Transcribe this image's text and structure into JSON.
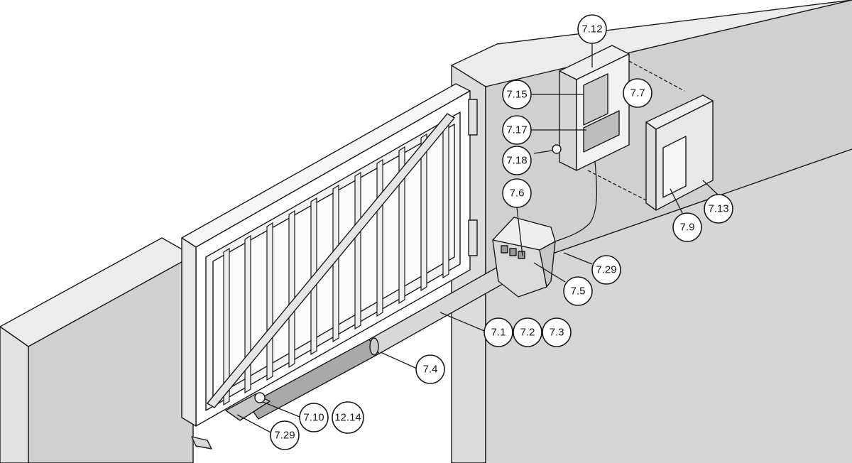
{
  "colors": {
    "wall_top": "#ebebeb",
    "wall_front": "#cfcfcf",
    "gate": "#f4f4f4",
    "metal": "#bdbdbd",
    "line": "#1a1a1a"
  },
  "callouts": [
    {
      "id": "c-7-12",
      "label": "7.12"
    },
    {
      "id": "c-7-15",
      "label": "7.15"
    },
    {
      "id": "c-7-7",
      "label": "7.7"
    },
    {
      "id": "c-7-17",
      "label": "7.17"
    },
    {
      "id": "c-7-18",
      "label": "7.18"
    },
    {
      "id": "c-7-6",
      "label": "7.6"
    },
    {
      "id": "c-7-13",
      "label": "7.13"
    },
    {
      "id": "c-7-9",
      "label": "7.9"
    },
    {
      "id": "c-7-29-top",
      "label": "7.29"
    },
    {
      "id": "c-7-5",
      "label": "7.5"
    },
    {
      "id": "c-7-1",
      "label": "7.1"
    },
    {
      "id": "c-7-2",
      "label": "7.2"
    },
    {
      "id": "c-7-3",
      "label": "7.3"
    },
    {
      "id": "c-7-4",
      "label": "7.4"
    },
    {
      "id": "c-7-10",
      "label": "7.10"
    },
    {
      "id": "c-12-14",
      "label": "12.14"
    },
    {
      "id": "c-7-29-bottom",
      "label": "7.29"
    }
  ]
}
